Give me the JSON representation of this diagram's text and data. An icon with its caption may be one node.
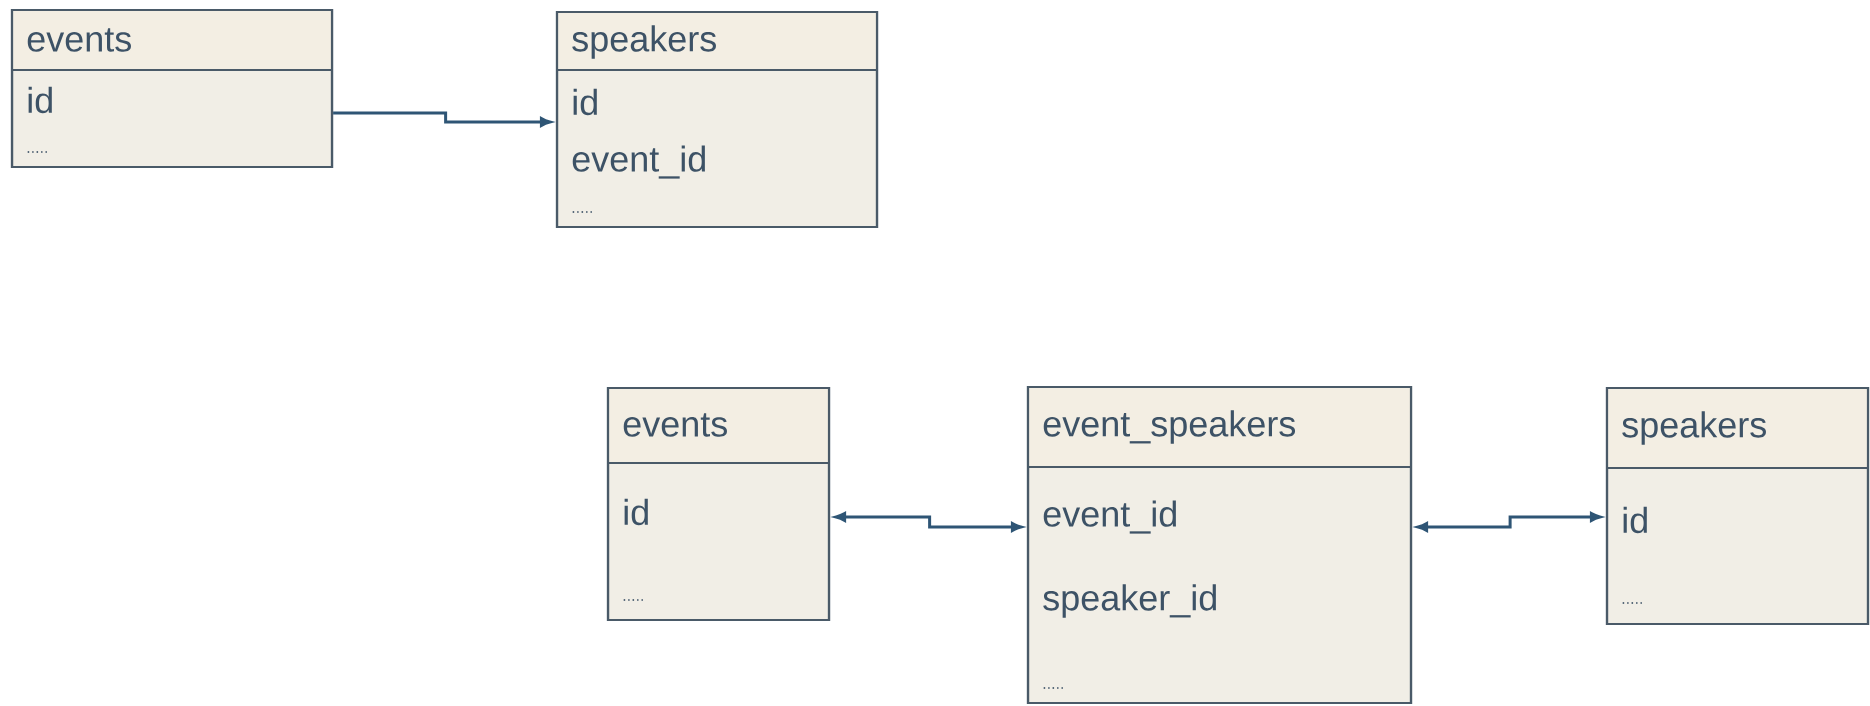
{
  "diagram": {
    "nodes": [
      {
        "text": [
          "events",
          "id",
          "....."
        ]
      },
      {
        "text": [
          "speakers",
          "id",
          "event_id",
          "....."
        ]
      },
      {
        "text": [
          "events",
          "id",
          "....."
        ]
      },
      {
        "text": [
          "event_speakers",
          "event_id",
          "speaker_id",
          "....."
        ]
      },
      {
        "text": [
          "speakers",
          "id",
          "....."
        ]
      }
    ],
    "edges": [
      {
        "from": 0,
        "to": 1,
        "arrow": "to"
      },
      {
        "from": 2,
        "to": 3,
        "arrow": "both"
      },
      {
        "from": 3,
        "to": 4,
        "arrow": "both"
      }
    ]
  }
}
